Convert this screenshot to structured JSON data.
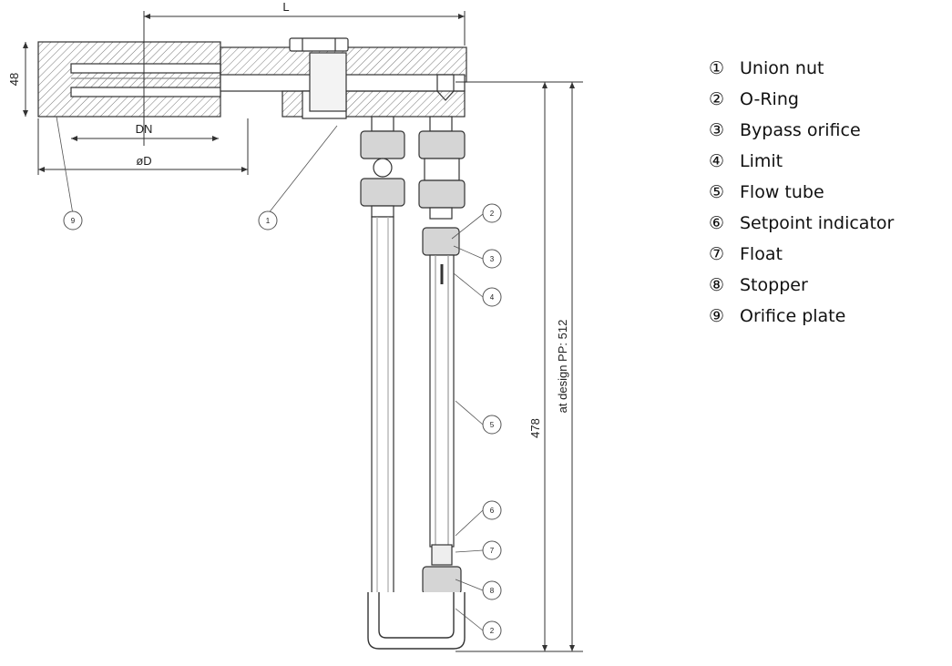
{
  "dimensions": {
    "length": "L",
    "height": "48",
    "nominal_diameter": "DN",
    "outer_diameter": "øD",
    "total_height": "478",
    "design_height": "at design PP: 512"
  },
  "callouts": [
    "1",
    "2",
    "3",
    "4",
    "5",
    "6",
    "7",
    "2",
    "8",
    "9"
  ],
  "legend": [
    {
      "num": "①",
      "label": "Union nut"
    },
    {
      "num": "②",
      "label": "O-Ring"
    },
    {
      "num": "③",
      "label": "Bypass orifice"
    },
    {
      "num": "④",
      "label": "Limit"
    },
    {
      "num": "⑤",
      "label": "Flow tube"
    },
    {
      "num": "⑥",
      "label": "Setpoint indicator"
    },
    {
      "num": "⑦",
      "label": "Float"
    },
    {
      "num": "⑧",
      "label": "Stopper"
    },
    {
      "num": "⑨",
      "label": "Orifice plate"
    }
  ]
}
